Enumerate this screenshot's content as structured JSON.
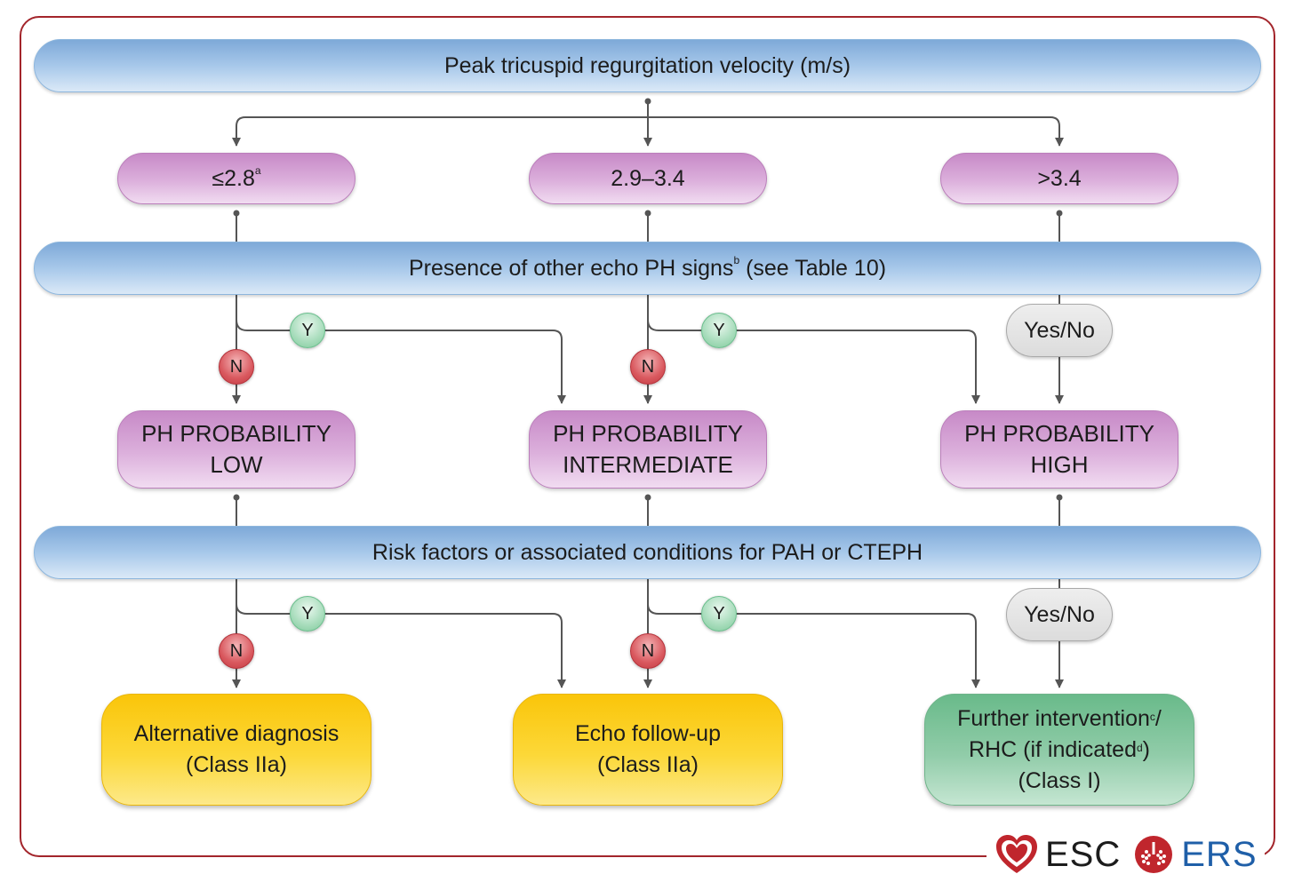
{
  "banners": {
    "top": "Peak tricuspid regurgitation velocity (m/s)",
    "middle_pre": "Presence of other echo PH signs",
    "middle_sup": "b",
    "middle_post": " (see Table 10)",
    "bottom": "Risk factors or associated conditions for PAH or CTEPH"
  },
  "velocity": {
    "low": "≤2.8",
    "low_sup": "a",
    "mid": "2.9–3.4",
    "high": ">3.4"
  },
  "probability": {
    "low": [
      "PH PROBABILITY",
      "LOW"
    ],
    "intermediate": [
      "PH PROBABILITY",
      "INTERMEDIATE"
    ],
    "high": [
      "PH PROBABILITY",
      "HIGH"
    ]
  },
  "badges": {
    "yes": "Y",
    "no": "N",
    "yesno": "Yes/No"
  },
  "outcomes": {
    "alternative": {
      "line1": "Alternative diagnosis",
      "line2": "(Class IIa)"
    },
    "followup": {
      "line1": "Echo follow-up",
      "line2": "(Class IIa)"
    },
    "further": {
      "line1": "Further intervention",
      "line1_sup": "c",
      "line1_tail": "/",
      "line2": "RHC (if indicated",
      "line2_sup": "d",
      "line2_tail": ")",
      "line3": "(Class I)"
    }
  },
  "logos": {
    "esc": "ESC",
    "ers": "ERS"
  },
  "colors": {
    "frame": "#a3252b",
    "ers_blue": "#1f5fa8",
    "esc_red": "#c0262d"
  }
}
